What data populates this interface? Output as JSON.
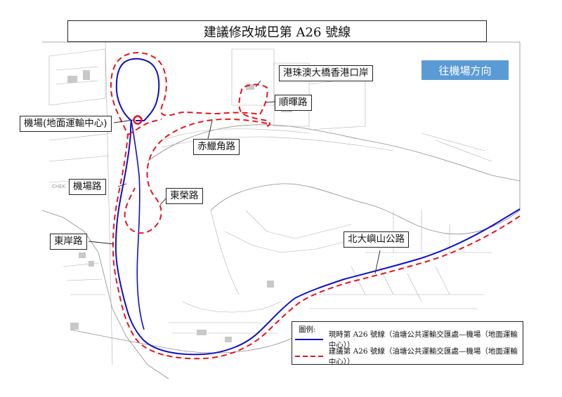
{
  "title": "建議修改城巴第 A26 號線",
  "direction": "往機場方向",
  "labels": {
    "hzmb_port": "港珠澳大橋香港口岸",
    "shun_fai_road": "順暉路",
    "airport_gtc": "機場(地面運輸中心)",
    "chek_lap_kok_road": "赤鱲角路",
    "airport_road": "機場路",
    "tung_wing_road": "東榮路",
    "tung_ngon_road": "東岸路",
    "north_lantau_highway": "北大嶼山公路",
    "chek_map_text": "CHEK"
  },
  "legend": {
    "title": "圖例:",
    "current": "現時第 A26 號線（油塘公共運輸交匯處—機場（地面運輸中心））",
    "proposed": "建議第 A26 號線（油塘公共運輸交匯處—機場（地面運輸中心））"
  },
  "colors": {
    "current_route": "#1010c8",
    "proposed_route": "#e8141c",
    "badge": "#5b9bd5",
    "basemap": "#9a9a9a"
  }
}
